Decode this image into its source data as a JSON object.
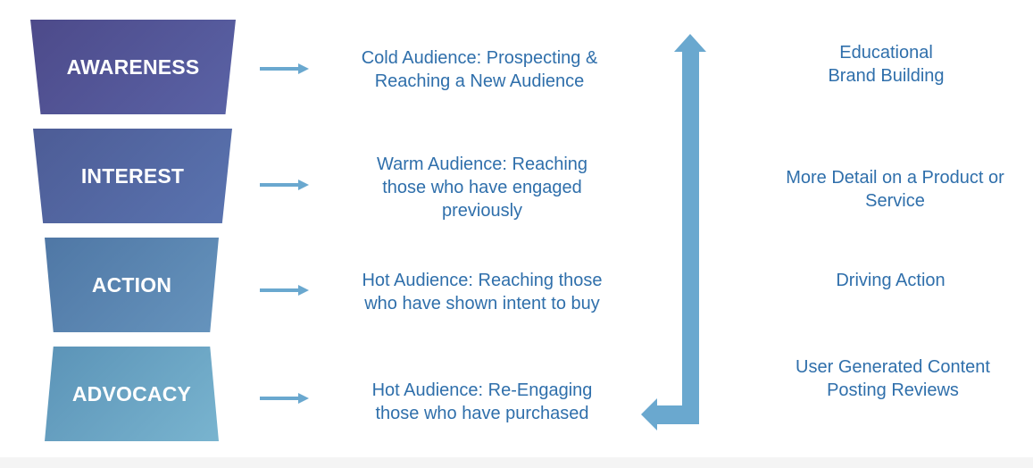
{
  "funnel": {
    "stages": [
      {
        "label": "AWARENESS"
      },
      {
        "label": "INTEREST"
      },
      {
        "label": "ACTION"
      },
      {
        "label": "ADVOCACY"
      }
    ]
  },
  "audiences": [
    "Cold Audience: Prospecting &\nReaching a New Audience",
    "Warm Audience: Reaching\nthose who have engaged\npreviously",
    "Hot Audience: Reaching those\nwho have shown intent to buy",
    "Hot Audience: Re-Engaging\nthose who have purchased"
  ],
  "content_types": [
    "Educational\nBrand Building",
    "More Detail on a Product or\nService",
    "Driving Action",
    "User Generated Content\nPosting Reviews"
  ],
  "colors": {
    "text_blue": "#2f6fab",
    "arrow_blue": "#6aa8cf",
    "awareness": "#4d4a8a",
    "interest": "#4d5c96",
    "action": "#4f77a5",
    "advocacy": "#79b4cf"
  },
  "icons": {
    "small_arrows": "right-arrow-icon",
    "flow_arrow": "up-return-arrow-icon"
  }
}
